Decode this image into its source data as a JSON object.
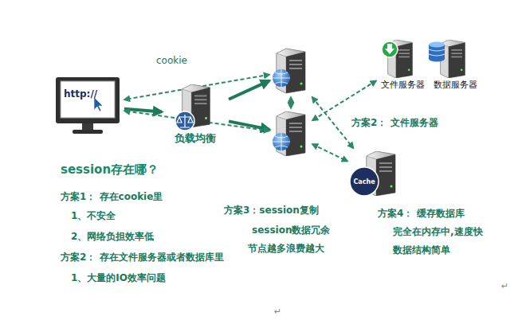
{
  "diagram": {
    "nodes": [
      {
        "text": [
          "http://"
        ]
      },
      {
        "text": [
          "负载均衡"
        ]
      },
      {
        "text": []
      },
      {
        "text": []
      },
      {
        "text": [
          "文件服务器"
        ]
      },
      {
        "text": [
          "数据服务器"
        ]
      },
      {
        "text": [
          "Cache"
        ]
      }
    ],
    "edges": [
      {
        "from": 0,
        "to": 1,
        "arrow": "to"
      },
      {
        "from": 1,
        "to": 2,
        "arrow": "to"
      },
      {
        "from": 1,
        "to": 3,
        "arrow": "to"
      },
      {
        "from": 2,
        "to": 0,
        "arrow": "both"
      },
      {
        "from": 3,
        "to": 0,
        "arrow": "both"
      },
      {
        "from": 2,
        "to": 3,
        "arrow": "both"
      },
      {
        "from": 4,
        "to": 3,
        "arrow": "both"
      },
      {
        "from": 2,
        "to": 6,
        "arrow": "both"
      },
      {
        "from": 3,
        "to": 6,
        "arrow": "both"
      }
    ],
    "labels": [
      "cookie",
      "方案2： 文件服务器",
      "session存在哪？",
      "方案1： 存在cookie里",
      "1、不安全",
      "2、网络负担效率低",
      "方案2： 存在文件服务器或者数据库里",
      "1、大量的IO效率问题",
      "方案3：session复制",
      "session数据冗余",
      "节点越多浪费越大",
      "方案4： 缓存数据库",
      "完全在内存中,速度快",
      "数据结构简单",
      "↵",
      "↵"
    ]
  }
}
